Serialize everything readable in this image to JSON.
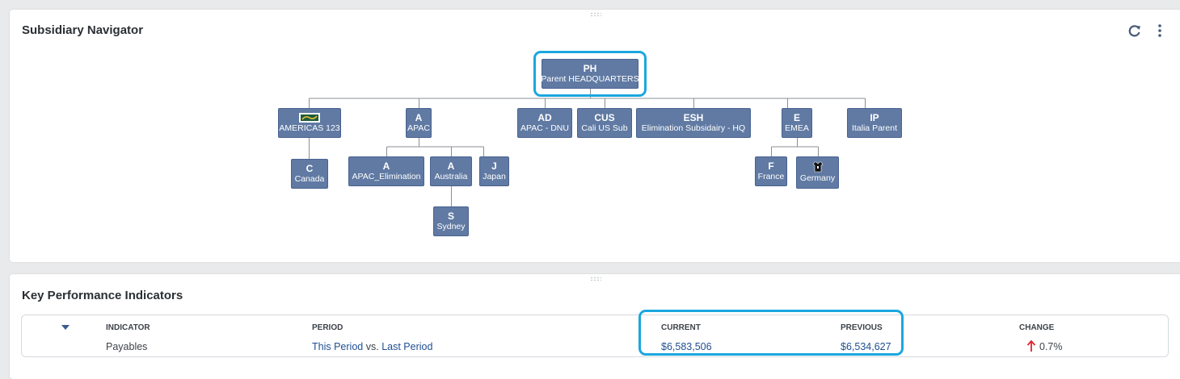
{
  "subsidiary_navigator": {
    "title": "Subsidiary Navigator",
    "nodes": {
      "ph": {
        "code": "PH",
        "name": "Parent HEADQUARTERS"
      },
      "am": {
        "code": "",
        "name": "AMERICAS 123",
        "logo": "athletics-logo"
      },
      "apac": {
        "code": "A",
        "name": "APAC"
      },
      "ad": {
        "code": "AD",
        "name": "APAC - DNU"
      },
      "cus": {
        "code": "CUS",
        "name": "Cali US Sub"
      },
      "esh": {
        "code": "ESH",
        "name": "Elimination Subsidairy - HQ"
      },
      "emea": {
        "code": "E",
        "name": "EMEA"
      },
      "ip": {
        "code": "IP",
        "name": "Italia Parent"
      },
      "ca": {
        "code": "C",
        "name": "Canada"
      },
      "ael": {
        "code": "A",
        "name": "APAC_Elimination"
      },
      "au": {
        "code": "A",
        "name": "Australia"
      },
      "jp": {
        "code": "J",
        "name": "Japan"
      },
      "fr": {
        "code": "F",
        "name": "France"
      },
      "de": {
        "code": "",
        "name": "Germany",
        "logo": "jersey-logo"
      },
      "syd": {
        "code": "S",
        "name": "Sydney"
      }
    }
  },
  "kpi": {
    "title": "Key Performance Indicators",
    "headers": {
      "indicator": "INDICATOR",
      "period": "PERIOD",
      "current": "CURRENT",
      "previous": "PREVIOUS",
      "change": "CHANGE"
    },
    "row": {
      "indicator": "Payables",
      "period_this": "This Period",
      "period_vs": "vs.",
      "period_last": "Last Period",
      "current": "$6,583,506",
      "previous": "$6,534,627",
      "change": "0.7%"
    }
  },
  "colors": {
    "node": "#607aa3",
    "highlight": "#1aa7e0",
    "link": "#1f4f91",
    "up_arrow": "#e0252b"
  }
}
